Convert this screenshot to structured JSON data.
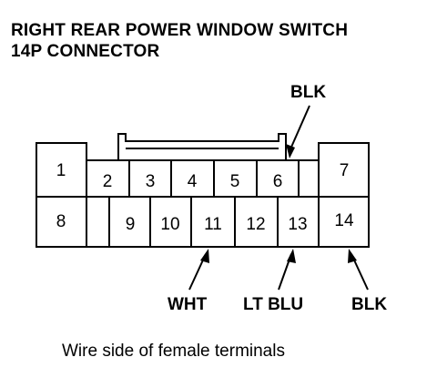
{
  "title": {
    "line1": "RIGHT REAR POWER WINDOW SWITCH",
    "line2": "14P CONNECTOR"
  },
  "connector": {
    "pins": [
      "1",
      "2",
      "3",
      "4",
      "5",
      "6",
      "7",
      "8",
      "9",
      "10",
      "11",
      "12",
      "13",
      "14"
    ]
  },
  "wire_labels": {
    "pin6": "BLK",
    "pin11": "WHT",
    "pin13": "LT BLU",
    "pin14": "BLK"
  },
  "caption": "Wire side of female terminals"
}
